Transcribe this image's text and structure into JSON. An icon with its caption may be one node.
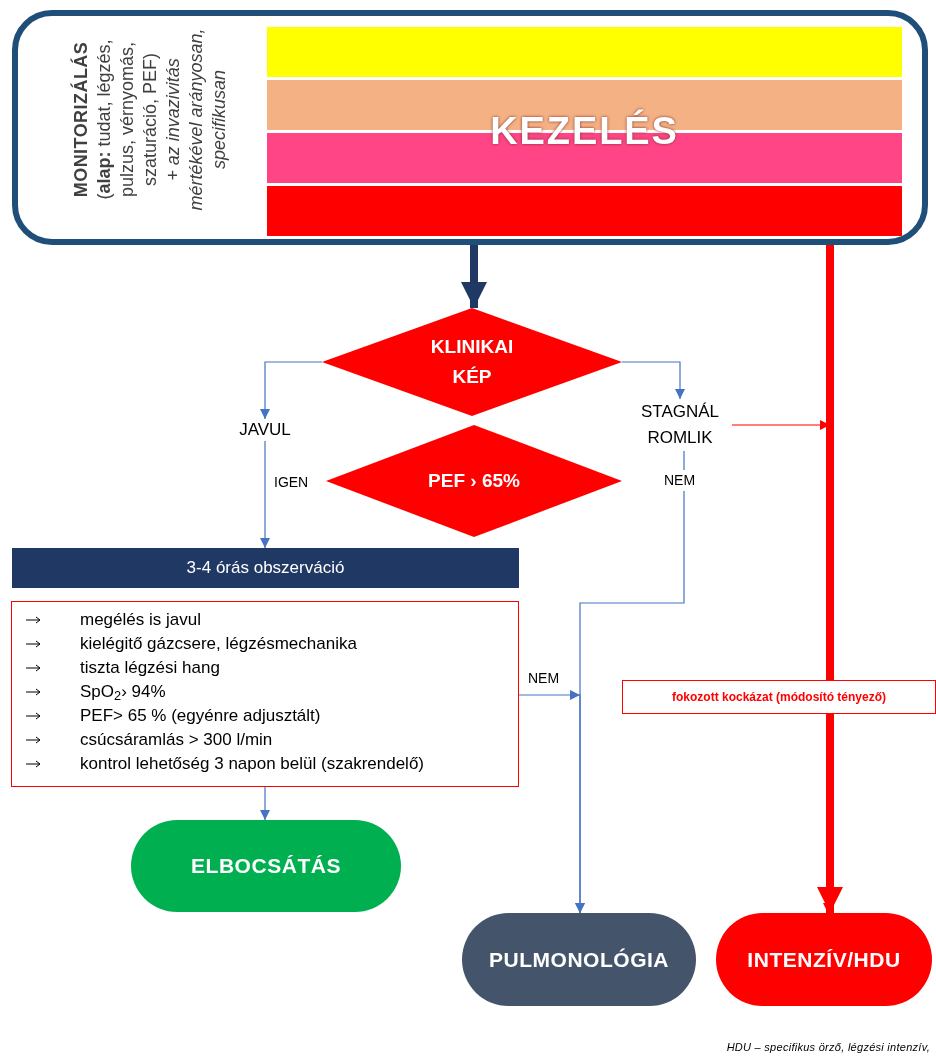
{
  "diagram": {
    "nodes": [
      {
        "text": [
          "MONITORIZÁLÁS",
          "(**alap:** tudat, légzés, pulzus, vérnyomás, szaturáció, PEF)",
          "+ az invazivitás mértékével arányosan, specifikusan"
        ]
      },
      {
        "text": [
          "KEZELÉS"
        ],
        "in": 0
      },
      {
        "text": [
          "KLINIKAI KÉP"
        ]
      },
      {
        "text": [
          "JAVUL"
        ]
      },
      {
        "text": [
          "STAGNÁL ROMLIK"
        ]
      },
      {
        "text": [
          "PEF › 65%"
        ]
      },
      {
        "text": [
          "3-4 órás obszerváció"
        ]
      },
      {
        "text": [
          "megélés is javul",
          "kielégitő gázcsere, légzésmechanika",
          "tiszta légzési hang",
          "SpO$_{2}$› 94%",
          "PEF> 65 % (egyénre adjusztált)",
          "csúcsáramlás > 300 l/min",
          "kontrol lehetőség 3 napon belül (szakrendelő)"
        ]
      },
      {
        "text": [
          "ELBOCSÁTÁS"
        ]
      },
      {
        "text": [
          "PULMONOLÓGIA"
        ]
      },
      {
        "text": [
          "INTENZÍV/HDU"
        ]
      }
    ],
    "edges": [
      {
        "from": 0,
        "to": 2,
        "arrow": "to",
        "style": "thick",
        "color": "#1f3864"
      },
      {
        "from": 2,
        "to": 3,
        "arrow": "to"
      },
      {
        "from": 2,
        "to": 4,
        "arrow": "to"
      },
      {
        "from": 3,
        "to": 6,
        "arrow": "to",
        "label": "IGEN"
      },
      {
        "from": 4,
        "to": 9,
        "arrow": "to",
        "label": "NEM"
      },
      {
        "from": 7,
        "to": 9,
        "arrow": "to",
        "label": "NEM"
      },
      {
        "from": 4,
        "to": 10,
        "arrow": "to",
        "color": "#ff0000"
      },
      {
        "from": 0,
        "to": 10,
        "arrow": "to",
        "style": "thick",
        "color": "#ff0000",
        "label": "fokozott kockázat (módosító tényező)"
      },
      {
        "from": 7,
        "to": 8,
        "arrow": "to"
      }
    ],
    "labels": [
      "HDU –  specifikus örző, légzési intenzív,"
    ]
  }
}
